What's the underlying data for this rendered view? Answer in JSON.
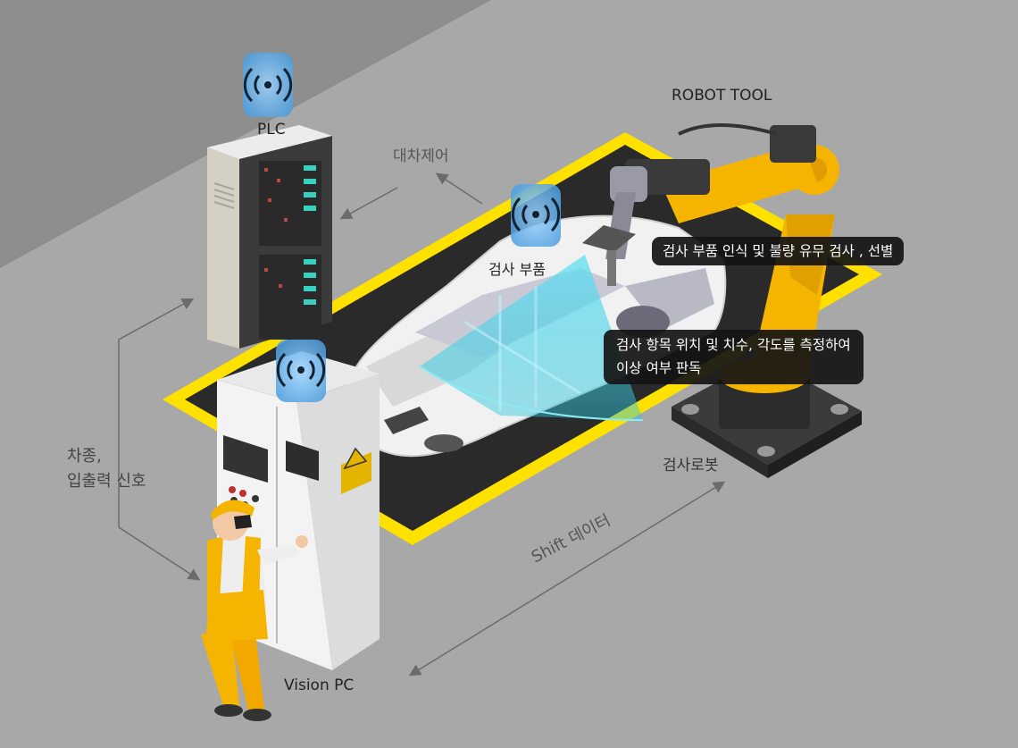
{
  "labels": {
    "plc": "PLC",
    "cart_control": "대차제어",
    "inspection_part": "검사 부품",
    "robot_tool": "ROBOT TOOL",
    "inspection_robot": "검사로봇",
    "vision_pc": "Vision PC",
    "vehicle_io_signal": "차종,\n입출력 신호",
    "shift_data": "Shift 데이터"
  },
  "callouts": {
    "recognition": "검사 부품 인식 및 불량 유무 검사 , 선별",
    "measurement": "검사 항목 위치 및 치수, 각도를 측정하여\n이상 여부 판독"
  },
  "colors": {
    "background": "#a8a8a8",
    "floor_dark": "#8f8f8f",
    "safety_yellow": "#ffe100",
    "robot_orange": "#f5b400",
    "wireless_blue": "#6fb8ec",
    "scan_cyan": "#4fd6ee"
  },
  "icons": [
    "wireless-signal-icon",
    "warning-icon",
    "robot-arm",
    "worker-figure"
  ]
}
